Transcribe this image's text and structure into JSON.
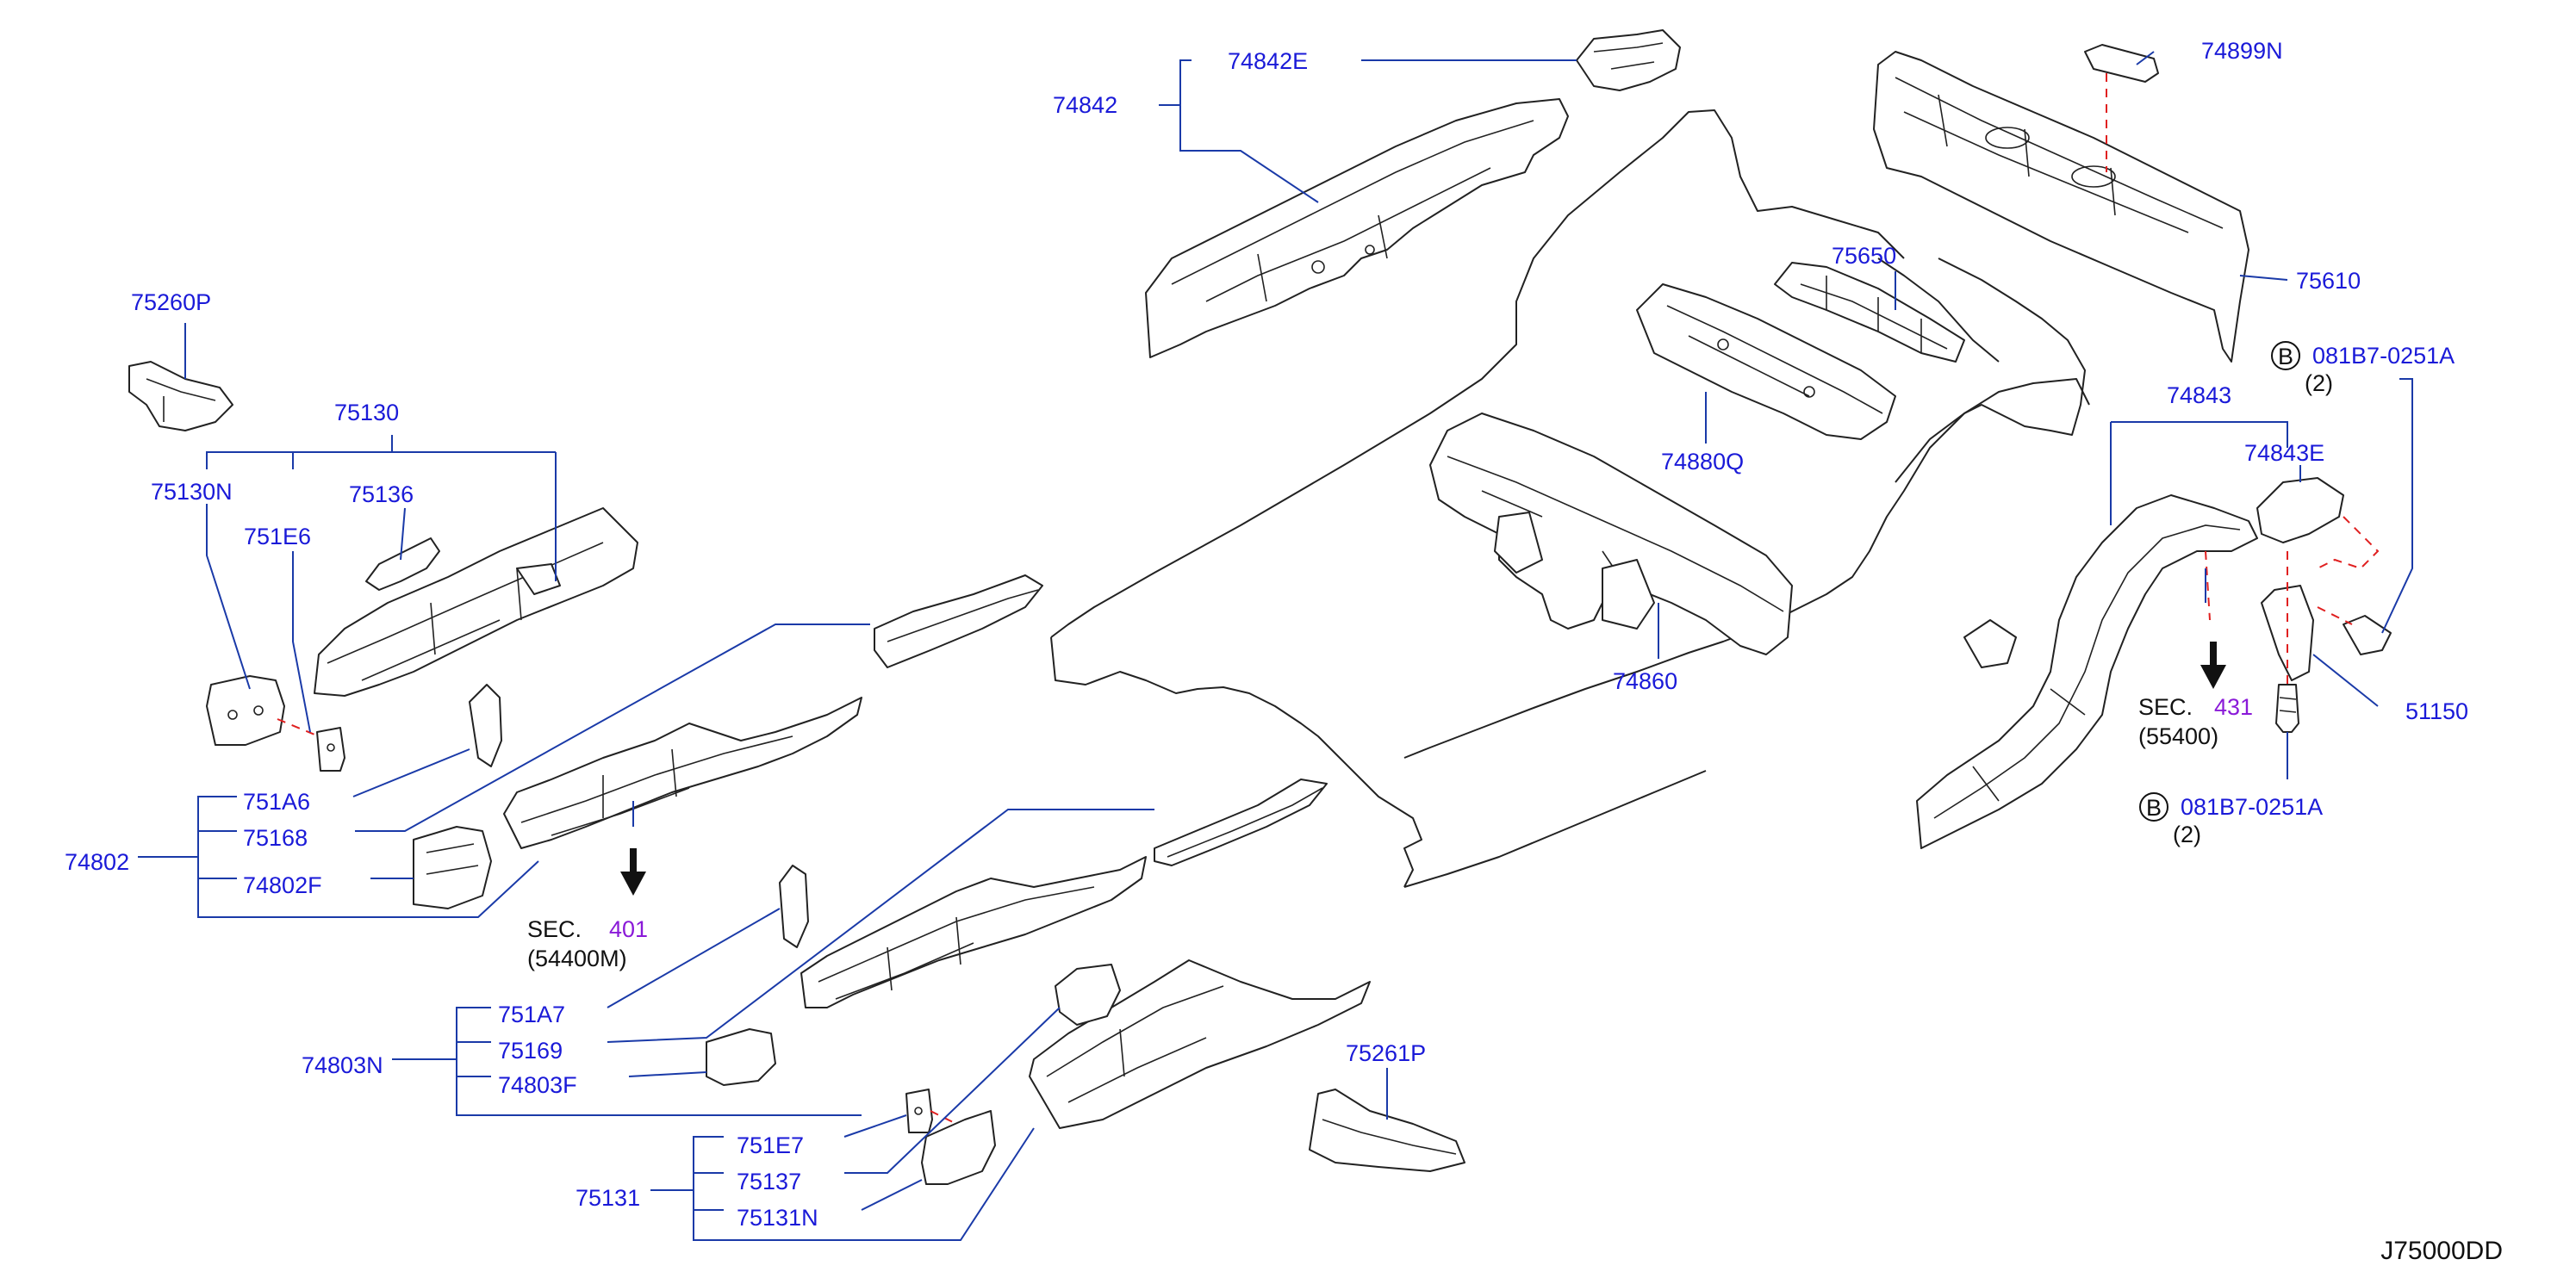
{
  "diagram_code": "J75000DD",
  "parts": {
    "p74842E": "74842E",
    "p74842": "74842",
    "p74899N": "74899N",
    "p75610": "75610",
    "p75650": "75650",
    "p74880Q": "74880Q",
    "p74860": "74860",
    "p75260P": "75260P",
    "p75130": "75130",
    "p75130N": "75130N",
    "p75136": "75136",
    "p751E6": "751E6",
    "p751A6": "751A6",
    "p75168": "75168",
    "p74802": "74802",
    "p74802F": "74802F",
    "p751A7": "751A7",
    "p75169": "75169",
    "p74803N": "74803N",
    "p74803F": "74803F",
    "p751E7": "751E7",
    "p75137": "75137",
    "p75131": "75131",
    "p75131N": "75131N",
    "p75261P": "75261P",
    "p74843": "74843",
    "p74843E": "74843E",
    "p51150": "51150",
    "bolt_top": "081B7-0251A",
    "bolt_top_qty": "(2)",
    "bolt_bottom": "081B7-0251A",
    "bolt_bottom_qty": "(2)",
    "bolt_marker": "B"
  },
  "sections": {
    "left_sec_word": "SEC.",
    "left_sec_num": "401",
    "left_sec_ref": "(54400M)",
    "right_sec_word": "SEC.",
    "right_sec_num": "431",
    "right_sec_ref": "(55400)"
  },
  "colors": {
    "label": "#1a1ad8",
    "leader": "#1a3aa8",
    "section_number": "#8a1ad8",
    "dashed_guide": "#e02020"
  }
}
